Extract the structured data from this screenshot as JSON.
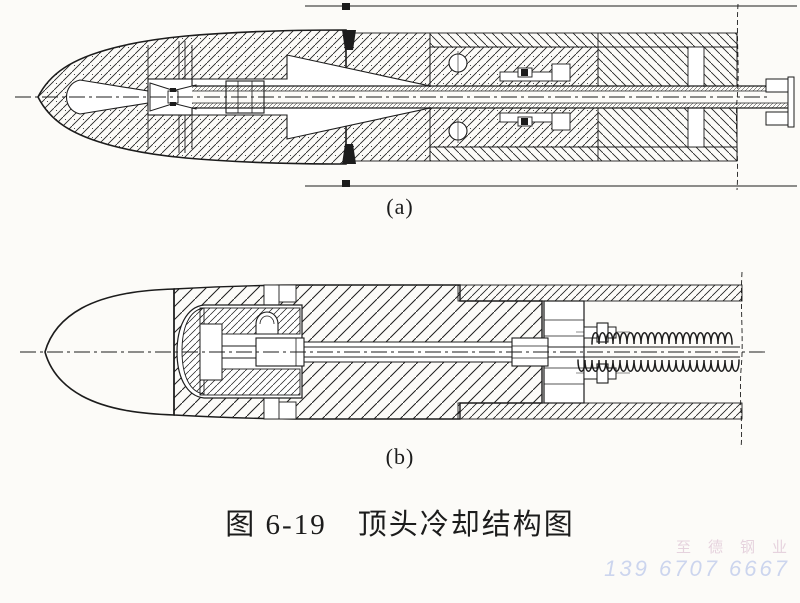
{
  "figure": {
    "label_a": "(a)",
    "label_b": "(b)",
    "caption": "图 6-19　顶头冷却结构图"
  },
  "watermark": {
    "company": "至德钢业",
    "phone": "139 6707 6667",
    "company_color": "#e6d3de",
    "phone_color": "#ccd5ee"
  },
  "colors": {
    "ink": "#1c1c1c",
    "paper": "#fcfbf8"
  }
}
